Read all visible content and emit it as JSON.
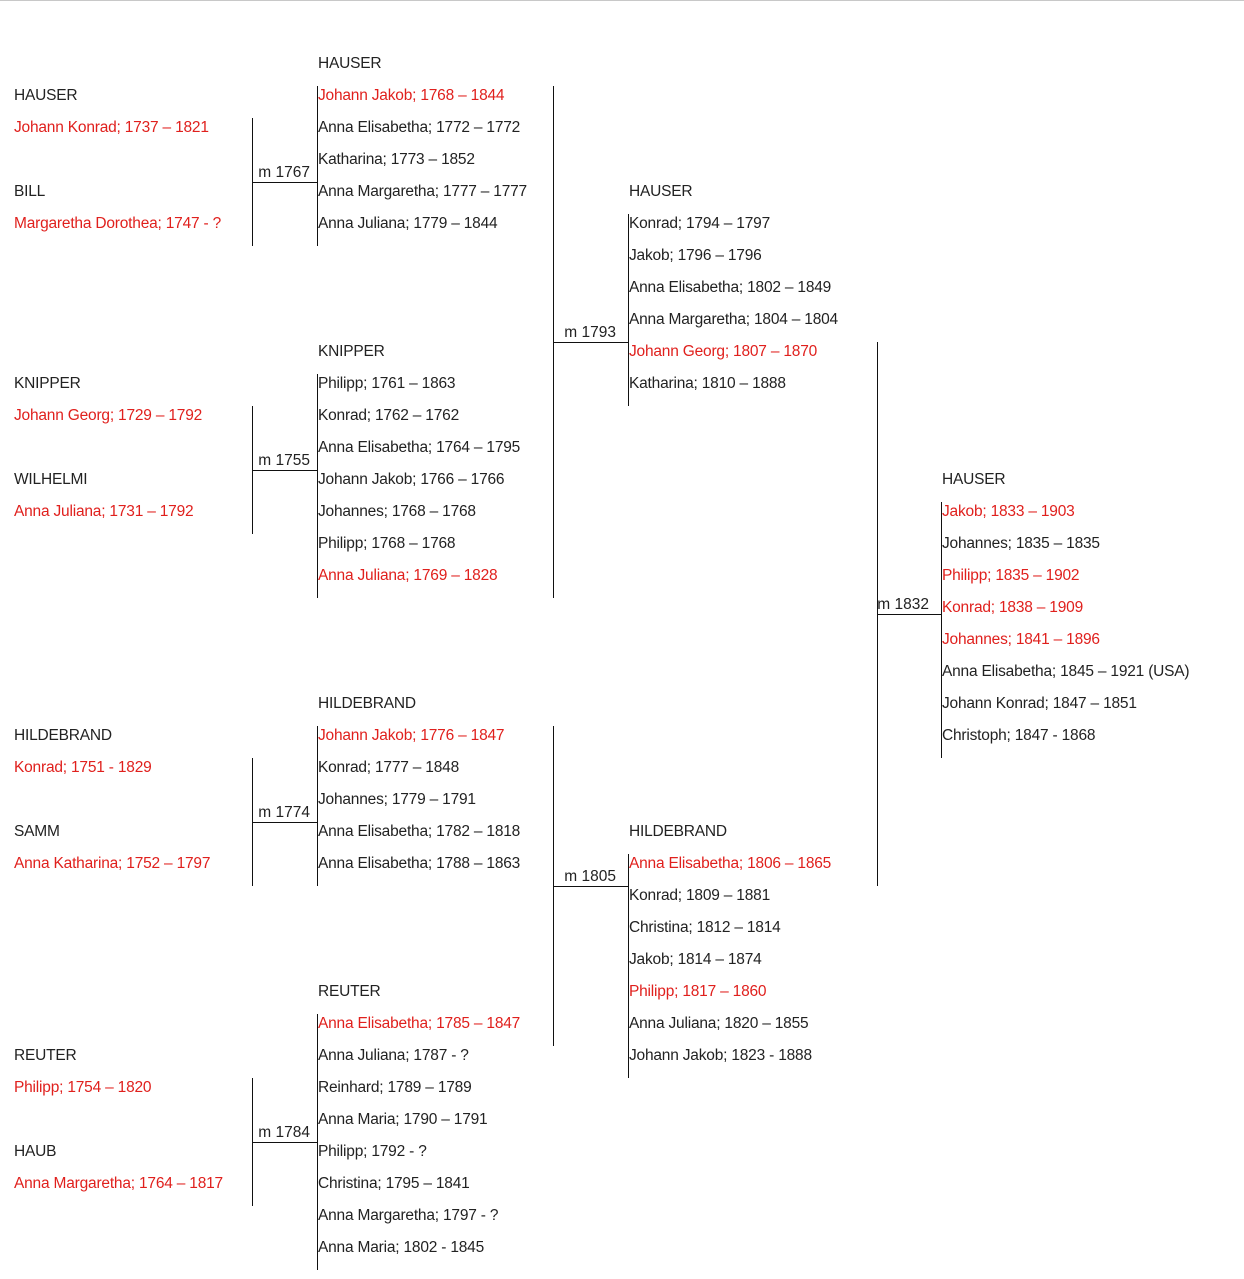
{
  "colors": {
    "highlight": "#e0201d",
    "text": "#222222",
    "line": "#111111"
  },
  "families": [
    {
      "id": "hauser1767",
      "marriage": "m 1767",
      "husband_surname": "HAUSER",
      "husband": "Johann Konrad; 1737 – 1821",
      "wife_surname": "BILL",
      "wife": "Margaretha Dorothea; 1747 - ?",
      "children_surname": "HAUSER",
      "children": [
        {
          "text": "Johann Jakob; 1768 – 1844",
          "highlight": true
        },
        {
          "text": "Anna Elisabetha; 1772 – 1772",
          "highlight": false
        },
        {
          "text": "Katharina; 1773 – 1852",
          "highlight": false
        },
        {
          "text": "Anna Margaretha; 1777 – 1777",
          "highlight": false
        },
        {
          "text": "Anna Juliana; 1779 – 1844",
          "highlight": false
        }
      ]
    },
    {
      "id": "knipper1755",
      "marriage": "m 1755",
      "husband_surname": "KNIPPER",
      "husband": "Johann Georg; 1729 – 1792",
      "wife_surname": "WILHELMI",
      "wife": "Anna Juliana; 1731 – 1792",
      "children_surname": "KNIPPER",
      "children": [
        {
          "text": "Philipp; 1761 – 1863",
          "highlight": false
        },
        {
          "text": "Konrad; 1762 – 1762",
          "highlight": false
        },
        {
          "text": "Anna Elisabetha; 1764 – 1795",
          "highlight": false
        },
        {
          "text": "Johann Jakob; 1766 – 1766",
          "highlight": false
        },
        {
          "text": "Johannes; 1768 – 1768",
          "highlight": false
        },
        {
          "text": "Philipp; 1768 – 1768",
          "highlight": false
        },
        {
          "text": "Anna Juliana; 1769 – 1828",
          "highlight": true
        }
      ]
    },
    {
      "id": "hildebrand1774",
      "marriage": "m 1774",
      "husband_surname": "HILDEBRAND",
      "husband": "Konrad; 1751 - 1829",
      "wife_surname": "SAMM",
      "wife": "Anna Katharina; 1752 – 1797",
      "children_surname": "HILDEBRAND",
      "children": [
        {
          "text": "Johann Jakob; 1776 – 1847",
          "highlight": true
        },
        {
          "text": "Konrad; 1777 – 1848",
          "highlight": false
        },
        {
          "text": "Johannes; 1779 – 1791",
          "highlight": false
        },
        {
          "text": "Anna Elisabetha; 1782 – 1818",
          "highlight": false
        },
        {
          "text": "Anna Elisabetha; 1788 – 1863",
          "highlight": false
        }
      ]
    },
    {
      "id": "reuter1784",
      "marriage": "m 1784",
      "husband_surname": "REUTER",
      "husband": "Philipp; 1754 – 1820",
      "wife_surname": "HAUB",
      "wife": "Anna Margaretha; 1764 – 1817",
      "children_surname": "REUTER",
      "children": [
        {
          "text": "Anna Elisabetha; 1785 – 1847",
          "highlight": true
        },
        {
          "text": "Anna Juliana; 1787 - ?",
          "highlight": false
        },
        {
          "text": "Reinhard; 1789 – 1789",
          "highlight": false
        },
        {
          "text": "Anna Maria; 1790 – 1791",
          "highlight": false
        },
        {
          "text": "Philipp; 1792 - ?",
          "highlight": false
        },
        {
          "text": "Christina; 1795 – 1841",
          "highlight": false
        },
        {
          "text": "Anna Margaretha; 1797 - ?",
          "highlight": false
        },
        {
          "text": "Anna Maria; 1802 - 1845",
          "highlight": false
        }
      ]
    },
    {
      "id": "hauser1793",
      "marriage": "m 1793",
      "children_surname": "HAUSER",
      "children": [
        {
          "text": "Konrad; 1794 – 1797",
          "highlight": false
        },
        {
          "text": "Jakob; 1796 – 1796",
          "highlight": false
        },
        {
          "text": "Anna Elisabetha; 1802 – 1849",
          "highlight": false
        },
        {
          "text": "Anna Margaretha; 1804 – 1804",
          "highlight": false
        },
        {
          "text": "Johann Georg; 1807 – 1870",
          "highlight": true
        },
        {
          "text": "Katharina; 1810 – 1888",
          "highlight": false
        }
      ]
    },
    {
      "id": "hildebrand1805",
      "marriage": "m 1805",
      "children_surname": "HILDEBRAND",
      "children": [
        {
          "text": "Anna Elisabetha; 1806 – 1865",
          "highlight": true
        },
        {
          "text": "Konrad; 1809 – 1881",
          "highlight": false
        },
        {
          "text": "Christina; 1812 – 1814",
          "highlight": false
        },
        {
          "text": "Jakob; 1814 – 1874",
          "highlight": false
        },
        {
          "text": "Philipp; 1817 – 1860",
          "highlight": true
        },
        {
          "text": "Anna Juliana; 1820 – 1855",
          "highlight": false
        },
        {
          "text": "Johann Jakob; 1823 - 1888",
          "highlight": false
        }
      ]
    },
    {
      "id": "hauser1832",
      "marriage": "m 1832",
      "children_surname": "HAUSER",
      "children": [
        {
          "text": "Jakob; 1833 – 1903",
          "highlight": true
        },
        {
          "text": "Johannes; 1835 – 1835",
          "highlight": false
        },
        {
          "text": "Philipp; 1835 – 1902",
          "highlight": true
        },
        {
          "text": "Konrad; 1838 – 1909",
          "highlight": true
        },
        {
          "text": "Johannes; 1841 – 1896",
          "highlight": true
        },
        {
          "text": "Anna Elisabetha; 1845 – 1921 (USA)",
          "highlight": false
        },
        {
          "text": "Johann Konrad; 1847 – 1851",
          "highlight": false
        },
        {
          "text": "Christoph; 1847 - 1868",
          "highlight": false
        }
      ]
    }
  ]
}
